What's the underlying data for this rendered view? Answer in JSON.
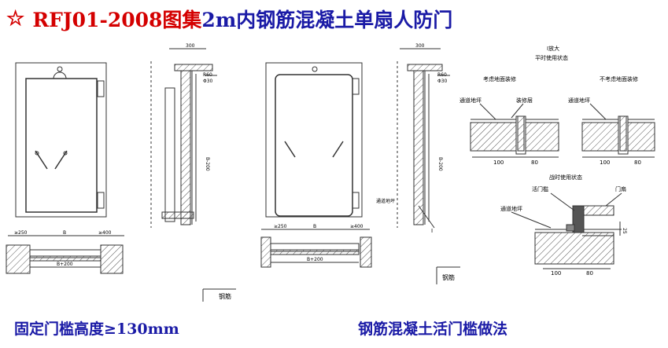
{
  "header": {
    "star": "☆",
    "code": "RFJ01-2008图集",
    "title": "2m内钢筋混凝土单扇人防门",
    "code_color": "#d40000",
    "title_color": "#1a1aa6"
  },
  "captions": {
    "left": "固定门槛高度≥130mm",
    "right": "钢筋混凝土活门槛做法"
  },
  "drawing1": {
    "dims_side": [
      "300",
      "R60",
      "Φ30",
      "B-200"
    ],
    "dims_plan": [
      "≥250",
      "B",
      "≥400",
      "B+200"
    ],
    "stamp": "钢筋"
  },
  "drawing2": {
    "dims_side": [
      "300",
      "R60",
      "Φ30",
      "B-200"
    ],
    "dims_plan": [
      "≥250",
      "B",
      "≥400",
      "B+200"
    ],
    "label_passage": "通道地坪",
    "mark": "I",
    "stamp": "钢筋"
  },
  "detail": {
    "title1": "I放大",
    "title2": "平时使用状态",
    "left_sub": "考虑地面装修",
    "right_sub": "不考虑地面装修",
    "label_floor_a": "通道地坪",
    "label_finish": "装修层",
    "label_floor_b": "通道地坪",
    "dim_a1": "100",
    "dim_a2": "80",
    "dim_b1": "100",
    "dim_b2": "80",
    "war_title": "战时使用状态",
    "label_sill": "活门槛",
    "label_door": "门扇",
    "label_floor_c": "通道地坪",
    "dim_c1": "100",
    "dim_c2": "80",
    "dim_c3": "25"
  }
}
